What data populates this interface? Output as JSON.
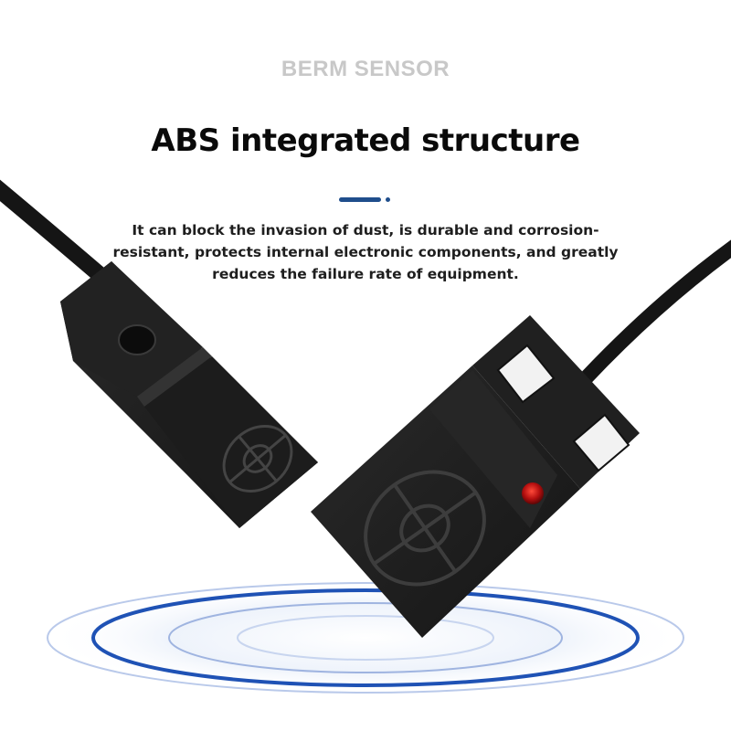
{
  "brand": "BERM SENSOR",
  "headline": "ABS integrated structure",
  "description_lines": [
    "It can block the invasion of dust, is durable and corrosion-",
    "resistant, protects internal electronic components, and greatly",
    "reduces the failure rate of equipment."
  ],
  "colors": {
    "accent": "#1f4e8c",
    "brand_text": "#c8c8c8",
    "sensor_body": "#1e1e1e",
    "indicator_led": "#c01010",
    "ripple": "#2a5fbf"
  }
}
